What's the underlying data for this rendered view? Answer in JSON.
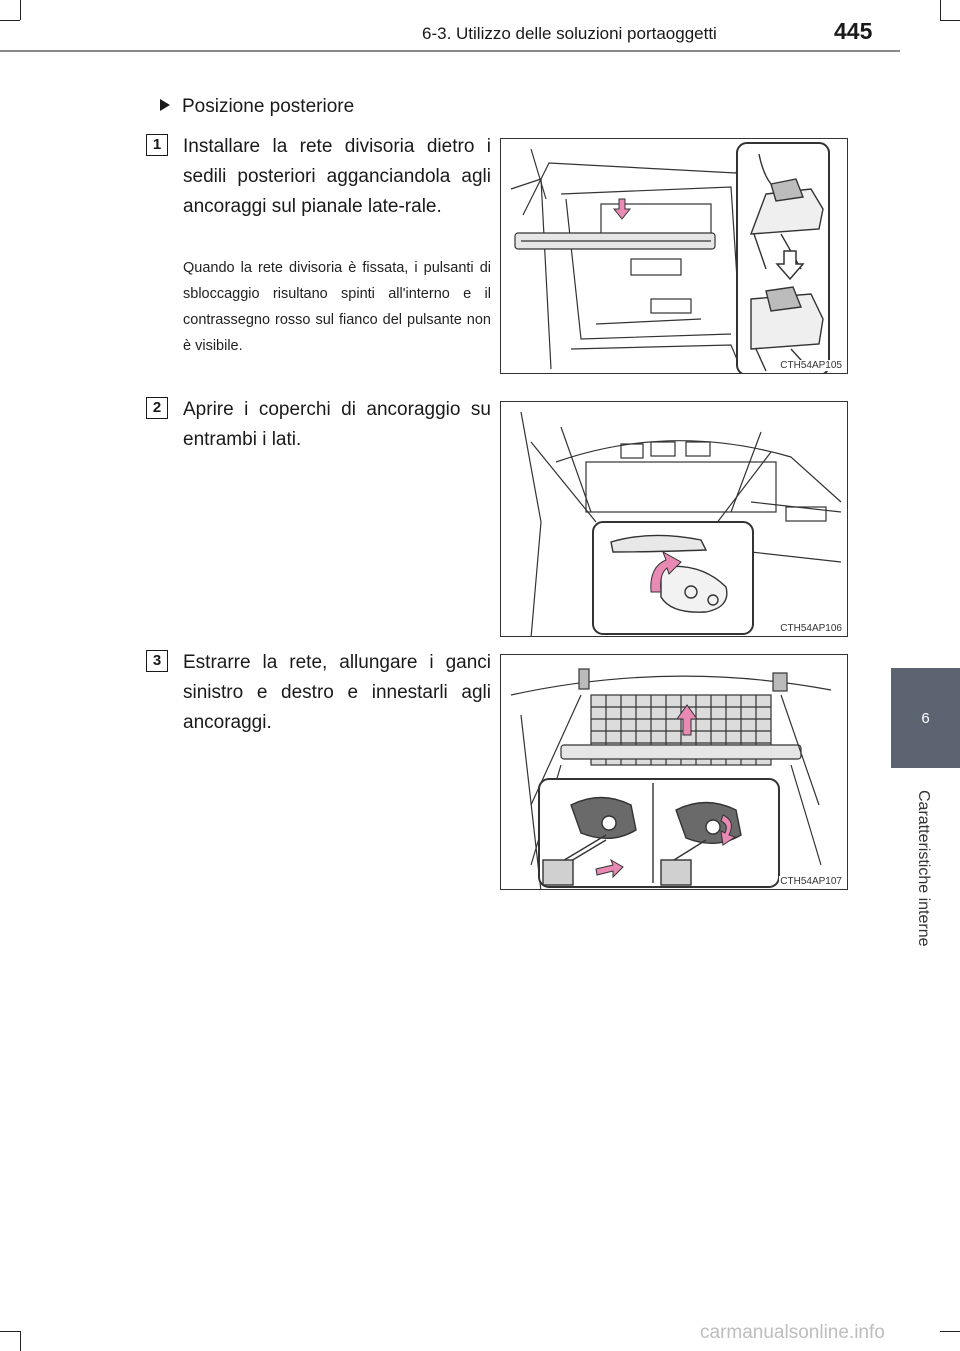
{
  "header": {
    "section_title": "6-3. Utilizzo delle soluzioni portaoggetti",
    "page_number": "445"
  },
  "chapter_tab": {
    "number": "6",
    "name": "Caratteristiche interne"
  },
  "content": {
    "bullet_title": "Posizione posteriore",
    "steps": [
      {
        "number": "1",
        "text": "Installare la rete divisoria dietro i sedili posteriori agganciandola agli ancoraggi sul pianale late-rale.",
        "note": "Quando la rete divisoria è fissata, i pulsanti di sbloccaggio risultano spinti all'interno e il contrassegno rosso sul fianco del pulsante non è visibile.",
        "figure_code": "CTH54AP105"
      },
      {
        "number": "2",
        "text": "Aprire i coperchi di ancoraggio su entrambi i lati.",
        "figure_code": "CTH54AP106"
      },
      {
        "number": "3",
        "text": "Estrarre la rete, allungare i ganci sinistro e destro e innestarli agli ancoraggi.",
        "figure_code": "CTH54AP107"
      }
    ]
  },
  "watermark": "carmanualsonline.info",
  "colors": {
    "tab": "#5b6470",
    "arrow_fill": "#e98ab4",
    "line_art": "#333333"
  }
}
